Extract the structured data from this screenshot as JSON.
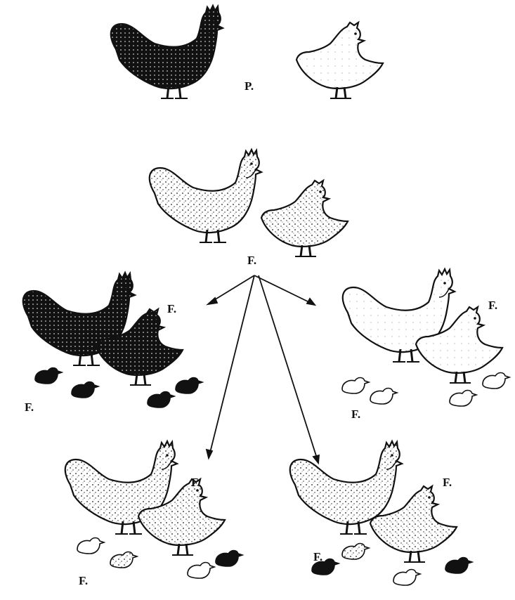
{
  "labels": {
    "parents": "P.",
    "f1": "F.",
    "f2_left_pair": "F.",
    "f2_left_chicks": "F.",
    "f2_right_pair": "F.",
    "f2_right_chicks": "F.",
    "f2_bottom_left_pair": "F.",
    "f2_bottom_left_chicks": "F.",
    "f2_bottom_right_pair": "F.",
    "f2_bottom_right_chicks": "F."
  },
  "colors": {
    "ink": "#111111",
    "dark_plumage": "#1a1a1a",
    "light_plumage": "#ffffff",
    "speckled_plumage": "#e6e6e6"
  }
}
